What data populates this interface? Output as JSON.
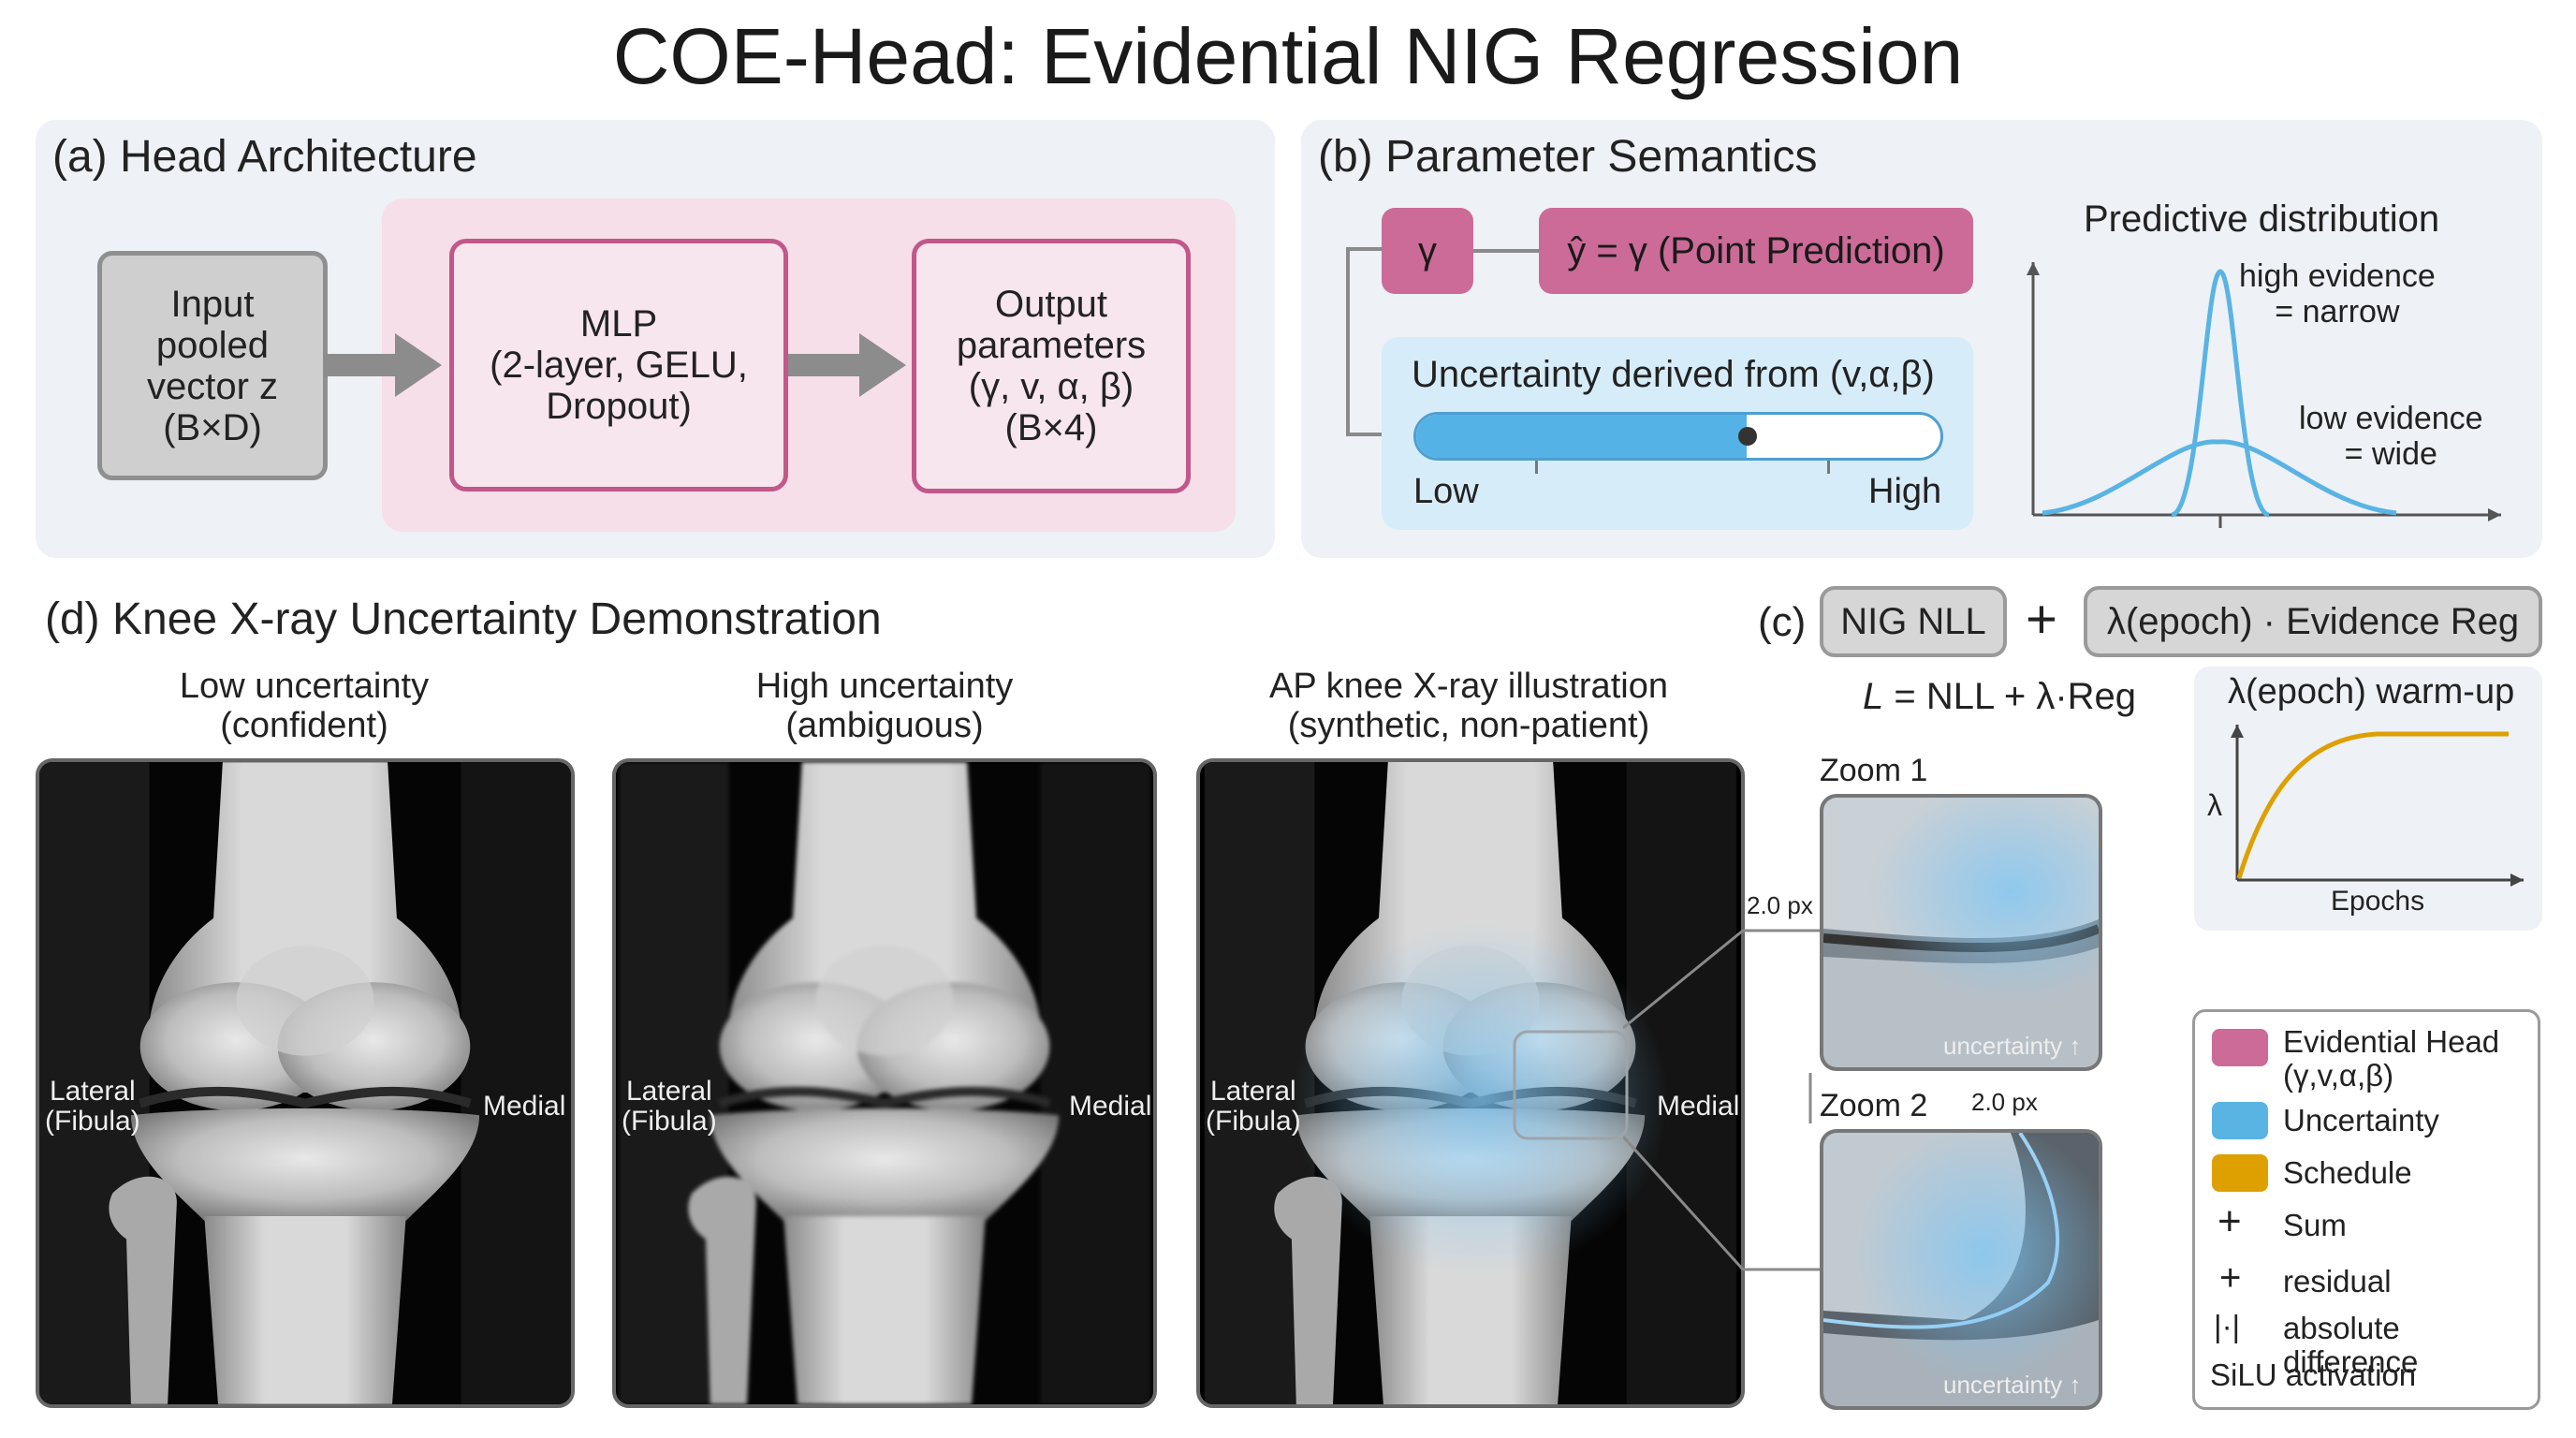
{
  "title": "COE-Head: Evidential NIG Regression",
  "panel_a": {
    "heading": "(a) Head Architecture",
    "input_label": "Input\npooled\nvector z\n(B×D)",
    "mlp_label": "MLP\n(2-layer, GELU,\nDropout)",
    "output_label": "Output\nparameters\n(γ, v, α, β)\n(B×4)"
  },
  "panel_b": {
    "heading": "(b) Parameter Semantics",
    "gamma_label": "γ",
    "point_pred_label": "ŷ = γ (Point Prediction)",
    "uncertainty_label": "Uncertainty derived from (v,α,β)",
    "slider_low": "Low",
    "slider_high": "High",
    "slider_level": 0.63,
    "dist_title": "Predictive distribution",
    "high_ev_label": "high evidence\n= narrow",
    "low_ev_label": "low evidence\n= wide"
  },
  "panel_c": {
    "prefix": "(c)",
    "nll_label": "NIG NLL",
    "plus": "+",
    "reg_label": "λ(epoch) · Evidence Reg",
    "formula_L": "L",
    "formula_rest": " = NLL + λ·Reg",
    "warmup_title": "λ(epoch) warm-up",
    "warmup_ylabel": "λ",
    "warmup_xlabel": "Epochs"
  },
  "panel_d": {
    "heading": "(d) Knee X-ray Uncertainty Demonstration",
    "img1_title": "Low uncertainty\n(confident)",
    "img2_title": "High uncertainty\n(ambiguous)",
    "img3_title": "AP knee X-ray illustration\n(synthetic, non-patient)",
    "lateral_label": "Lateral\n(Fibula)",
    "medial_label": "Medial",
    "zoom1_label": "Zoom 1",
    "zoom2_label": "Zoom 2",
    "zoom_px1": "2.0 px",
    "zoom_px2": "2.0 px",
    "zoom_unc1": "uncertainty ↑",
    "zoom_unc2": "uncertainty ↑"
  },
  "legend": {
    "items": [
      {
        "label": "Evidential Head\n(γ,v,α,β)",
        "color": "#cc6b97"
      },
      {
        "label": "Uncertainty",
        "color": "#5ab4e3"
      },
      {
        "label": "Schedule",
        "color": "#dea000"
      }
    ],
    "sum_symbol": "+",
    "sum_label": "Sum",
    "residual_symbol": "+",
    "residual_label": "residual",
    "absdiff_symbol": "|·|",
    "absdiff_label": "absolute difference",
    "silu_label": "SiLU activation"
  },
  "colors": {
    "pink": "#cc6b97",
    "blue": "#5ab4e3",
    "orange": "#dea000",
    "panel_bg": "#eef1f6"
  }
}
